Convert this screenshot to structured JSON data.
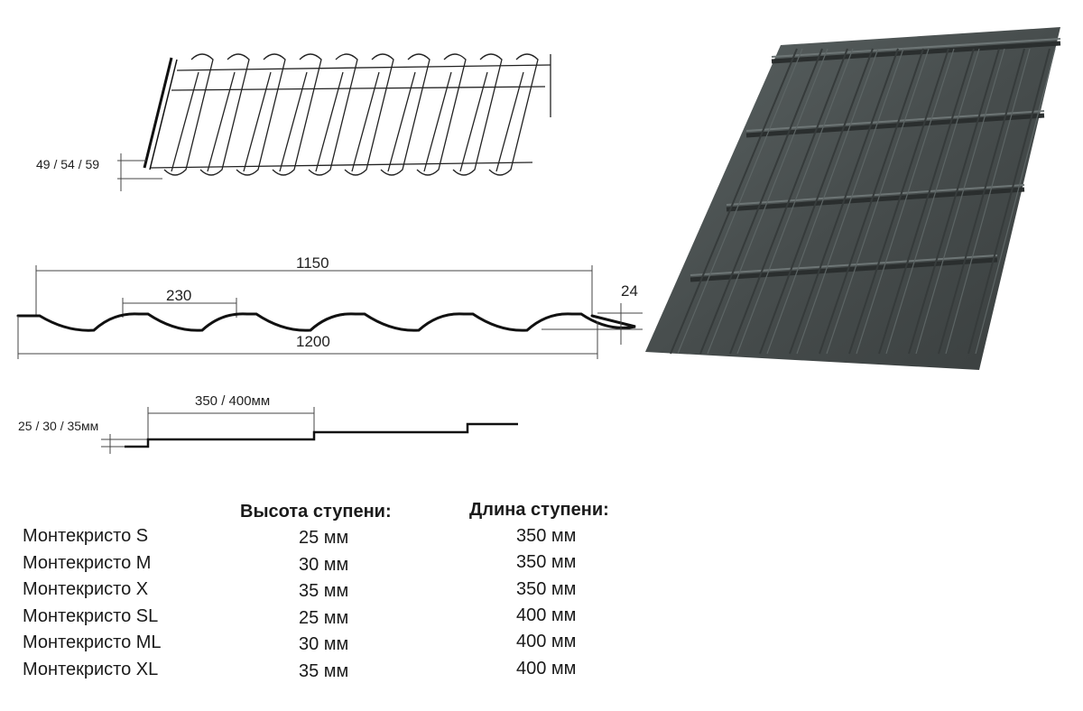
{
  "diagram": {
    "iso_height_label": "49 / 54 / 59",
    "profile_width_total": "1150",
    "profile_wave_pitch": "230",
    "profile_wave_height": "24",
    "profile_sheet_width": "1200",
    "step_length_label": "350 / 400мм",
    "step_height_label": "25 / 30 / 35мм",
    "roof_color": "#474d4d"
  },
  "table": {
    "col_step_height": "Высота ступени:",
    "col_step_length": "Длина ступени:",
    "rows": [
      {
        "model": "Монтекристо S",
        "height": "25 мм",
        "length": "350 мм"
      },
      {
        "model": "Монтекристо M",
        "height": "30 мм",
        "length": "350 мм"
      },
      {
        "model": "Монтекристо X",
        "height": "35 мм",
        "length": "350 мм"
      },
      {
        "model": "Монтекристо SL",
        "height": "25 мм",
        "length": "400 мм"
      },
      {
        "model": "Монтекристо ML",
        "height": "30 мм",
        "length": "400 мм"
      },
      {
        "model": "Монтекристо XL",
        "height": "35 мм",
        "length": "400 мм"
      }
    ]
  }
}
